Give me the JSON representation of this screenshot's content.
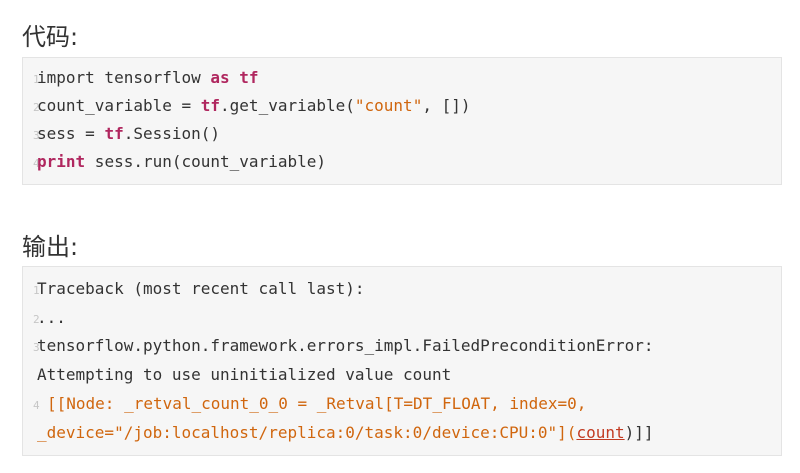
{
  "sections": {
    "code_heading": "代码:",
    "output_heading": "输出:"
  },
  "code": {
    "line_numbers": [
      "1",
      "2",
      "3",
      "4"
    ],
    "lines": [
      {
        "a": "import tensorflow ",
        "kw1": "as",
        "b": " ",
        "kw2": "tf"
      },
      {
        "a": "count_variable = ",
        "kw1": "tf",
        "b": ".get_variable(",
        "s": "\"count\"",
        "c": ", [])"
      },
      {
        "a": "sess = ",
        "kw1": "tf",
        "b": ".Session()"
      },
      {
        "kw1": "print",
        "a": " sess.run(count_variable)"
      }
    ]
  },
  "output": {
    "line_numbers": [
      "1",
      "2",
      "3",
      "4"
    ],
    "lines": [
      "Traceback (most recent call last):",
      "...",
      "tensorflow.python.framework.errors_impl.FailedPreconditionError:",
      "Attempting to use uninitialized value count"
    ],
    "error_line_1": "[[Node: _retval_count_0_0 = _Retval[T=DT_FLOAT, index=0,",
    "error_line_2_pre": "_device=\"/job:localhost/replica:0/task:0/device:CPU:0\"](",
    "error_line_2_link": "count",
    "error_line_2_post": ")]]",
    "error_open": "[[Node: _retval_count_0_0 = _Retval[T=DT_FLOAT, index=0,",
    "error_close_bracket": ")]]"
  }
}
